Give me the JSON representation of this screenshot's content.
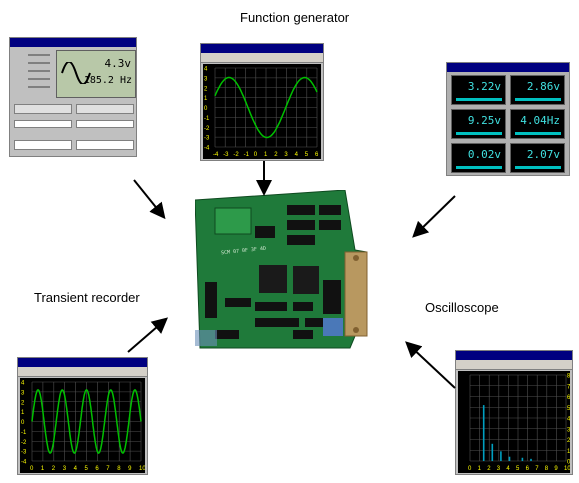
{
  "labels": {
    "function_generator": "Function generator",
    "transient_recorder": "Transient recorder",
    "oscilloscope": "Oscilloscope"
  },
  "fg_panel": {
    "voltage": "4.3v",
    "frequency": "185.2 Hz"
  },
  "multimeter": {
    "readings": [
      "3.22v",
      "2.86v",
      "9.25v",
      "4.04Hz",
      "0.02v",
      "2.07v"
    ]
  },
  "fg_scope": {
    "y_ticks": [
      "4",
      "3",
      "2",
      "1",
      "0",
      "-1",
      "-2",
      "-3",
      "-4"
    ],
    "x_ticks": [
      "-4",
      "-3",
      "-2",
      "-1",
      "0",
      "1",
      "2",
      "3",
      "4",
      "5",
      "6"
    ]
  },
  "recorder_scope": {
    "y_ticks": [
      "4",
      "3",
      "2",
      "1",
      "0",
      "-1",
      "-2",
      "-3",
      "-4"
    ],
    "x_ticks": [
      "0",
      "1",
      "2",
      "3",
      "4",
      "5",
      "6",
      "7",
      "8",
      "9",
      "10"
    ]
  },
  "spectrum_scope": {
    "y_ticks": [
      "8",
      "7",
      "6",
      "5",
      "4",
      "3",
      "2",
      "1",
      "0"
    ],
    "x_ticks": [
      "0",
      "1",
      "2",
      "3",
      "4",
      "5",
      "6",
      "7",
      "8",
      "9",
      "10"
    ]
  },
  "board": {
    "chip_text": "SCM 07 0F 3F 4D"
  },
  "colors": {
    "trace": "#00c000",
    "lcd": "#b8c8a8",
    "pcb": "#1f7a3a",
    "spectrum": "#00a0c0"
  }
}
